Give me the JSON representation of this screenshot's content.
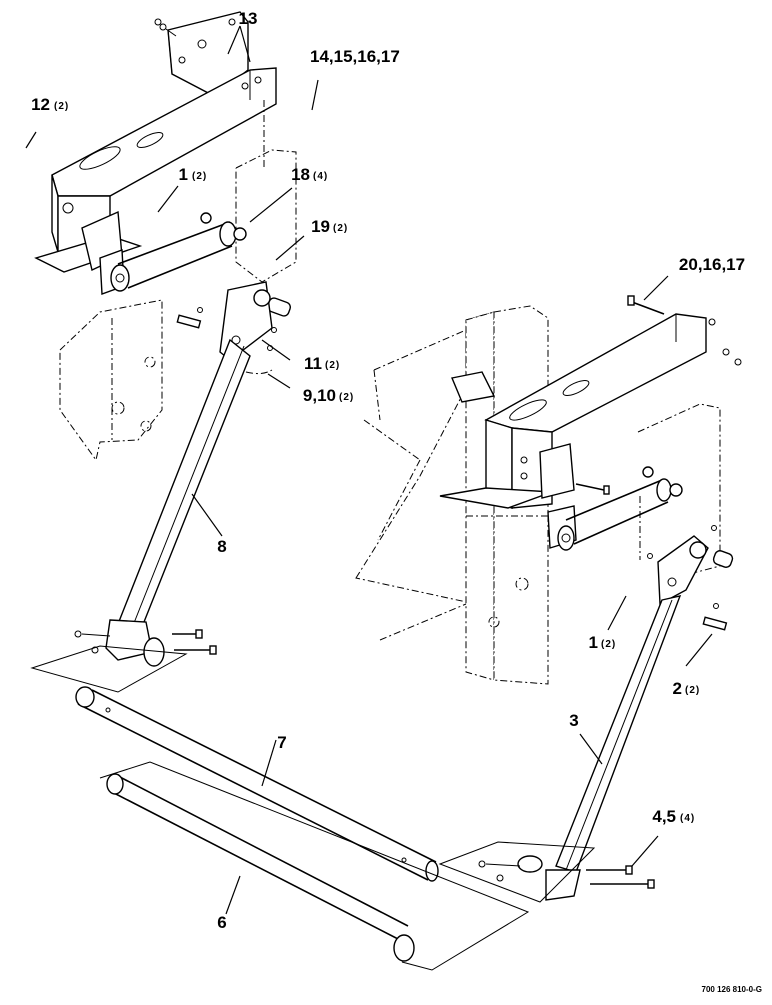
{
  "callouts": {
    "c13": "13",
    "c14": "14,15,16,17",
    "c12": "12",
    "c12q": "(2)",
    "c1a": "1",
    "c1aq": "(2)",
    "c18": "18",
    "c18q": "(4)",
    "c19": "19",
    "c19q": "(2)",
    "c11": "11",
    "c11q": "(2)",
    "c910": "9,10",
    "c910q": "(2)",
    "c8": "8",
    "c20": "20,16,17",
    "c1b": "1",
    "c1bq": "(2)",
    "c2": "2",
    "c2q": "(2)",
    "c3": "3",
    "c7": "7",
    "c6": "6",
    "c45": "4,5",
    "c45q": "(4)"
  },
  "drawing_number": "700 126 810-0-G"
}
